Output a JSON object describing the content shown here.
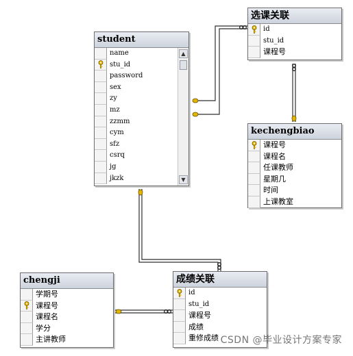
{
  "tables": [
    {
      "id": "student",
      "title": "student",
      "columns": [
        {
          "name": "name",
          "key": false
        },
        {
          "name": "stu_id",
          "key": true
        },
        {
          "name": "password",
          "key": false
        },
        {
          "name": "sex",
          "key": false
        },
        {
          "name": "zy",
          "key": false
        },
        {
          "name": "mz",
          "key": false
        },
        {
          "name": "zzmm",
          "key": false
        },
        {
          "name": "cym",
          "key": false
        },
        {
          "name": "sfz",
          "key": false
        },
        {
          "name": "csrq",
          "key": false
        },
        {
          "name": "jg",
          "key": false
        },
        {
          "name": "jkzk",
          "key": false
        }
      ]
    },
    {
      "id": "xuanke",
      "title": "选课关联",
      "columns": [
        {
          "name": "id",
          "key": true
        },
        {
          "name": "stu_id",
          "key": false
        },
        {
          "name": "课程号",
          "key": false
        }
      ]
    },
    {
      "id": "kechengbiao",
      "title": "kechengbiao",
      "columns": [
        {
          "name": "课程号",
          "key": true
        },
        {
          "name": "课程名",
          "key": false
        },
        {
          "name": "任课教师",
          "key": false
        },
        {
          "name": "星期几",
          "key": false
        },
        {
          "name": "时间",
          "key": false
        },
        {
          "name": "上课教室",
          "key": false
        }
      ]
    },
    {
      "id": "chengji",
      "title": "chengji",
      "columns": [
        {
          "name": "学期号",
          "key": false
        },
        {
          "name": "课程号",
          "key": true
        },
        {
          "name": "课程名",
          "key": false
        },
        {
          "name": "学分",
          "key": false
        },
        {
          "name": "主讲教师",
          "key": false
        }
      ]
    },
    {
      "id": "chengjiguanlian",
      "title": "成绩关联",
      "columns": [
        {
          "name": "id",
          "key": true
        },
        {
          "name": "stu_id",
          "key": false
        },
        {
          "name": "课程号",
          "key": false
        },
        {
          "name": "成绩",
          "key": false
        },
        {
          "name": "重修成绩",
          "key": false
        }
      ]
    }
  ],
  "relationships": [
    {
      "from": "student",
      "to": "xuanke"
    },
    {
      "from": "xuanke",
      "to": "kechengbiao"
    },
    {
      "from": "student",
      "to": "chengjiguanlian"
    },
    {
      "from": "chengji",
      "to": "chengjiguanlian"
    }
  ],
  "colors": {
    "key": "#e3b400",
    "line": "#333333",
    "header": "#d6dbe3"
  },
  "watermark": "CSDN @毕业设计方案专家"
}
